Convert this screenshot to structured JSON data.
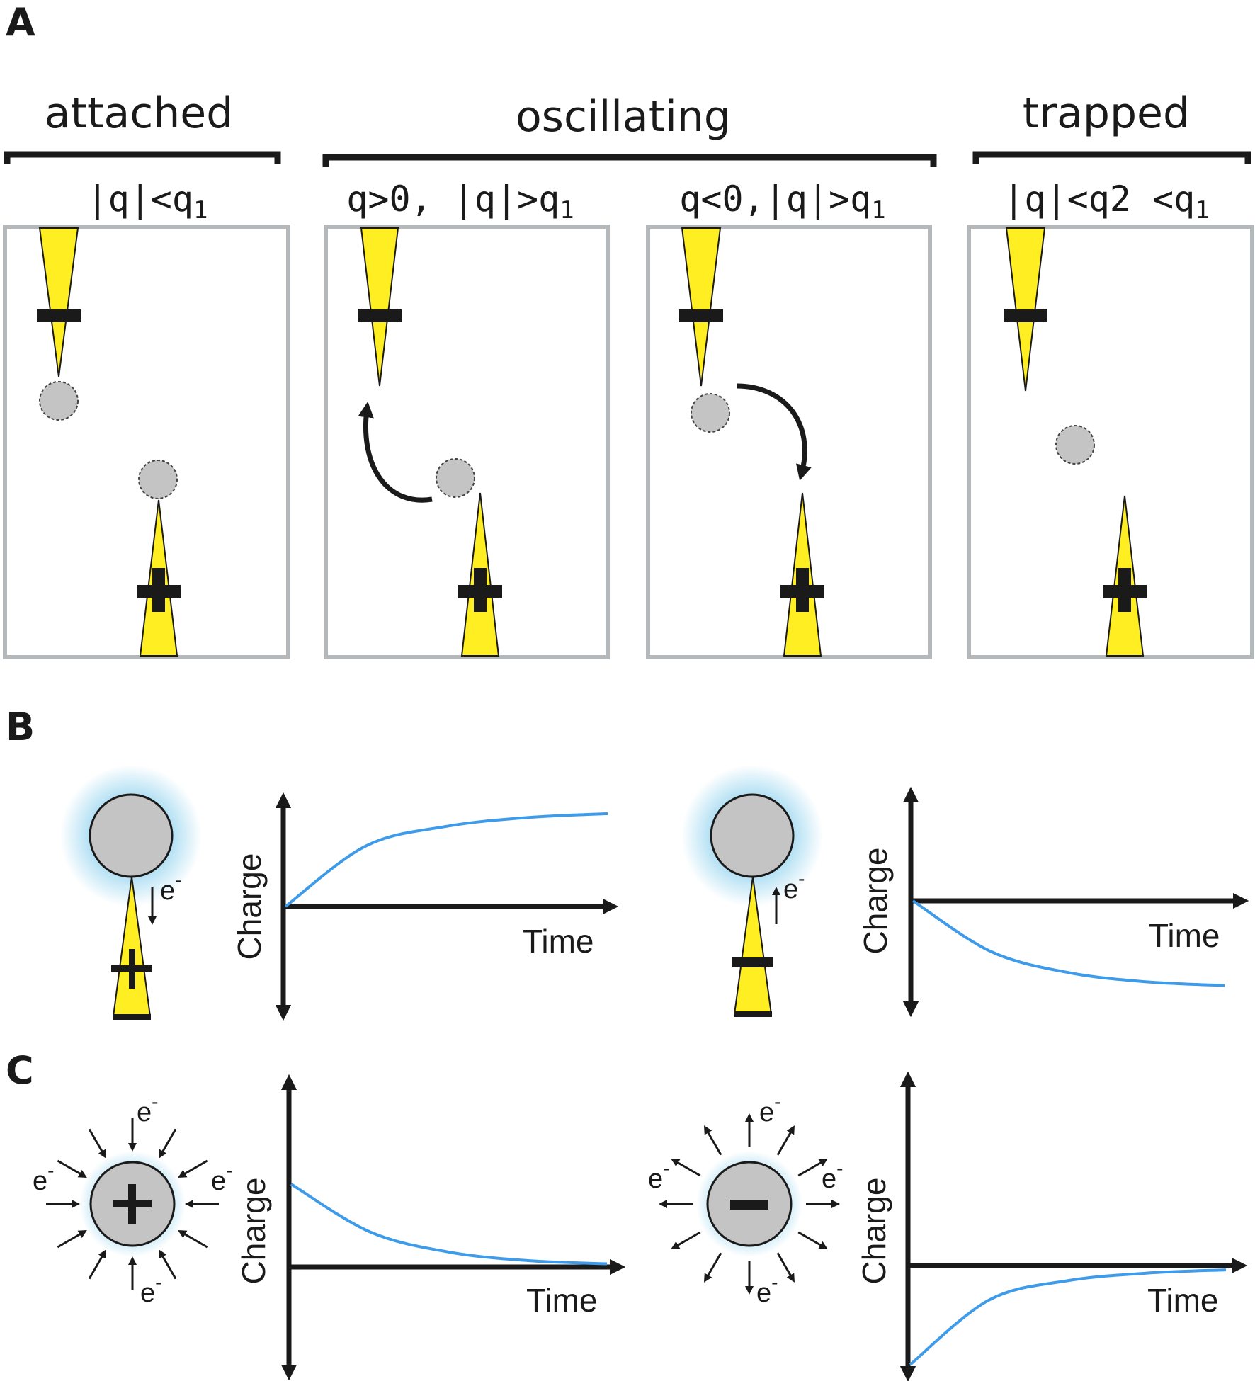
{
  "panels": {
    "a": "A",
    "b": "B",
    "c": "C"
  },
  "groups": {
    "attached": "attached",
    "oscillating": "oscillating",
    "trapped": "trapped"
  },
  "conditions": [
    {
      "main": "|q|<q",
      "sub": "1"
    },
    {
      "main": "q>0, |q|>q",
      "sub": "1"
    },
    {
      "main": "q<0,|q|>q",
      "sub": "1"
    },
    {
      "main": "|q|<q2 <q",
      "sub": "1"
    }
  ],
  "axes": {
    "ylabel": "Charge",
    "xlabel": "Time"
  },
  "electron": {
    "symbol": "e",
    "sign": "-"
  },
  "colors": {
    "tip": "#ffee22",
    "curve": "#3d9be9",
    "particle": "#c4c4c4",
    "frame": "#b4b8ba",
    "glow": "#a8dcf2"
  },
  "chart_data": [
    {
      "type": "line",
      "panel": "B",
      "xlabel": "Time",
      "ylabel": "Charge",
      "trend": "rises from 0 and saturates at a positive value",
      "x": [
        0,
        0.25,
        0.5,
        0.75,
        1.0
      ],
      "y": [
        0,
        0.62,
        0.82,
        0.91,
        0.95
      ]
    },
    {
      "type": "line",
      "panel": "B",
      "xlabel": "Time",
      "ylabel": "Charge",
      "trend": "falls from 0 and saturates at a negative value",
      "x": [
        0,
        0.25,
        0.5,
        0.75,
        1.0
      ],
      "y": [
        0,
        -0.55,
        -0.78,
        -0.88,
        -0.92
      ]
    },
    {
      "type": "line",
      "panel": "C",
      "xlabel": "Time",
      "ylabel": "Charge",
      "trend": "decays from a positive value toward 0",
      "x": [
        0,
        0.25,
        0.5,
        0.75,
        1.0
      ],
      "y": [
        0.78,
        0.33,
        0.14,
        0.06,
        0.03
      ]
    },
    {
      "type": "line",
      "panel": "C",
      "xlabel": "Time",
      "ylabel": "Charge",
      "trend": "recovers from a negative value toward 0",
      "x": [
        0,
        0.25,
        0.5,
        0.75,
        1.0
      ],
      "y": [
        -0.92,
        -0.32,
        -0.14,
        -0.07,
        -0.04
      ]
    }
  ]
}
